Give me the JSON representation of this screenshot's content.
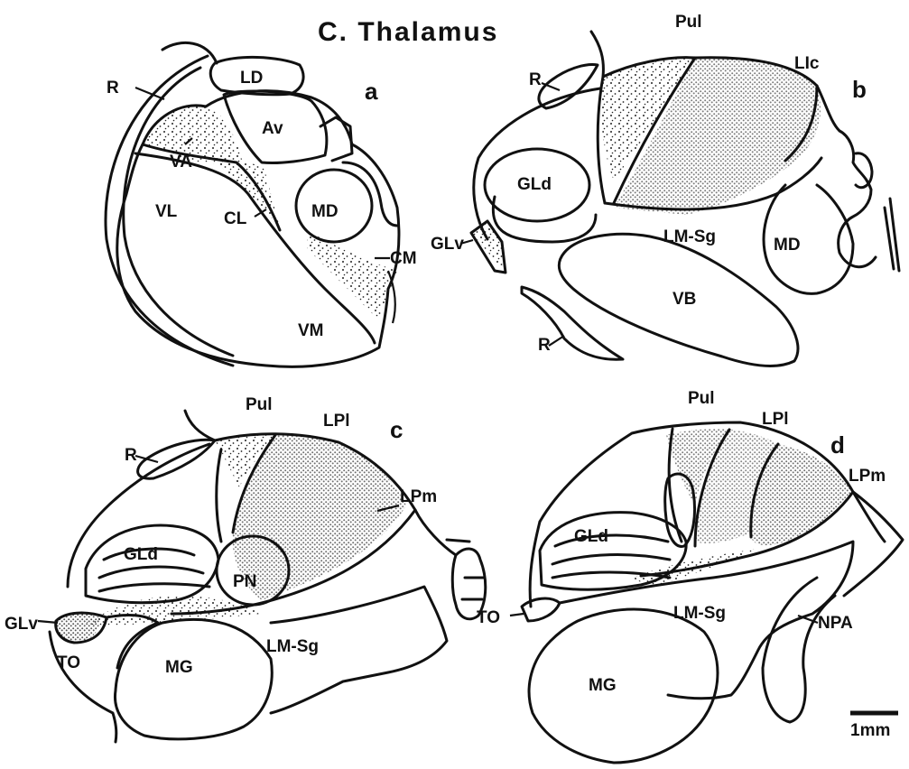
{
  "title": "C. Thalamus",
  "scale_bar": {
    "label": "1mm"
  },
  "panels": [
    {
      "id": "a",
      "letter": "a",
      "labels": [
        "R",
        "LD",
        "Av",
        "VA",
        "VL",
        "CL",
        "MD",
        "CM",
        "VM"
      ]
    },
    {
      "id": "b",
      "letter": "b",
      "labels": [
        "Pul",
        "LIc",
        "R",
        "GLd",
        "GLv",
        "LM-Sg",
        "MD",
        "VB",
        "R"
      ]
    },
    {
      "id": "c",
      "letter": "c",
      "labels": [
        "Pul",
        "LPl",
        "R",
        "LPm",
        "GLd",
        "PN",
        "GLv",
        "TO",
        "LM-Sg",
        "MG"
      ]
    },
    {
      "id": "d",
      "letter": "d",
      "labels": [
        "Pul",
        "LPl",
        "LPm",
        "GLd",
        "TO",
        "LM-Sg",
        "NPA",
        "MG"
      ]
    }
  ],
  "colors": {
    "ink": "#111111",
    "background": "#ffffff"
  }
}
